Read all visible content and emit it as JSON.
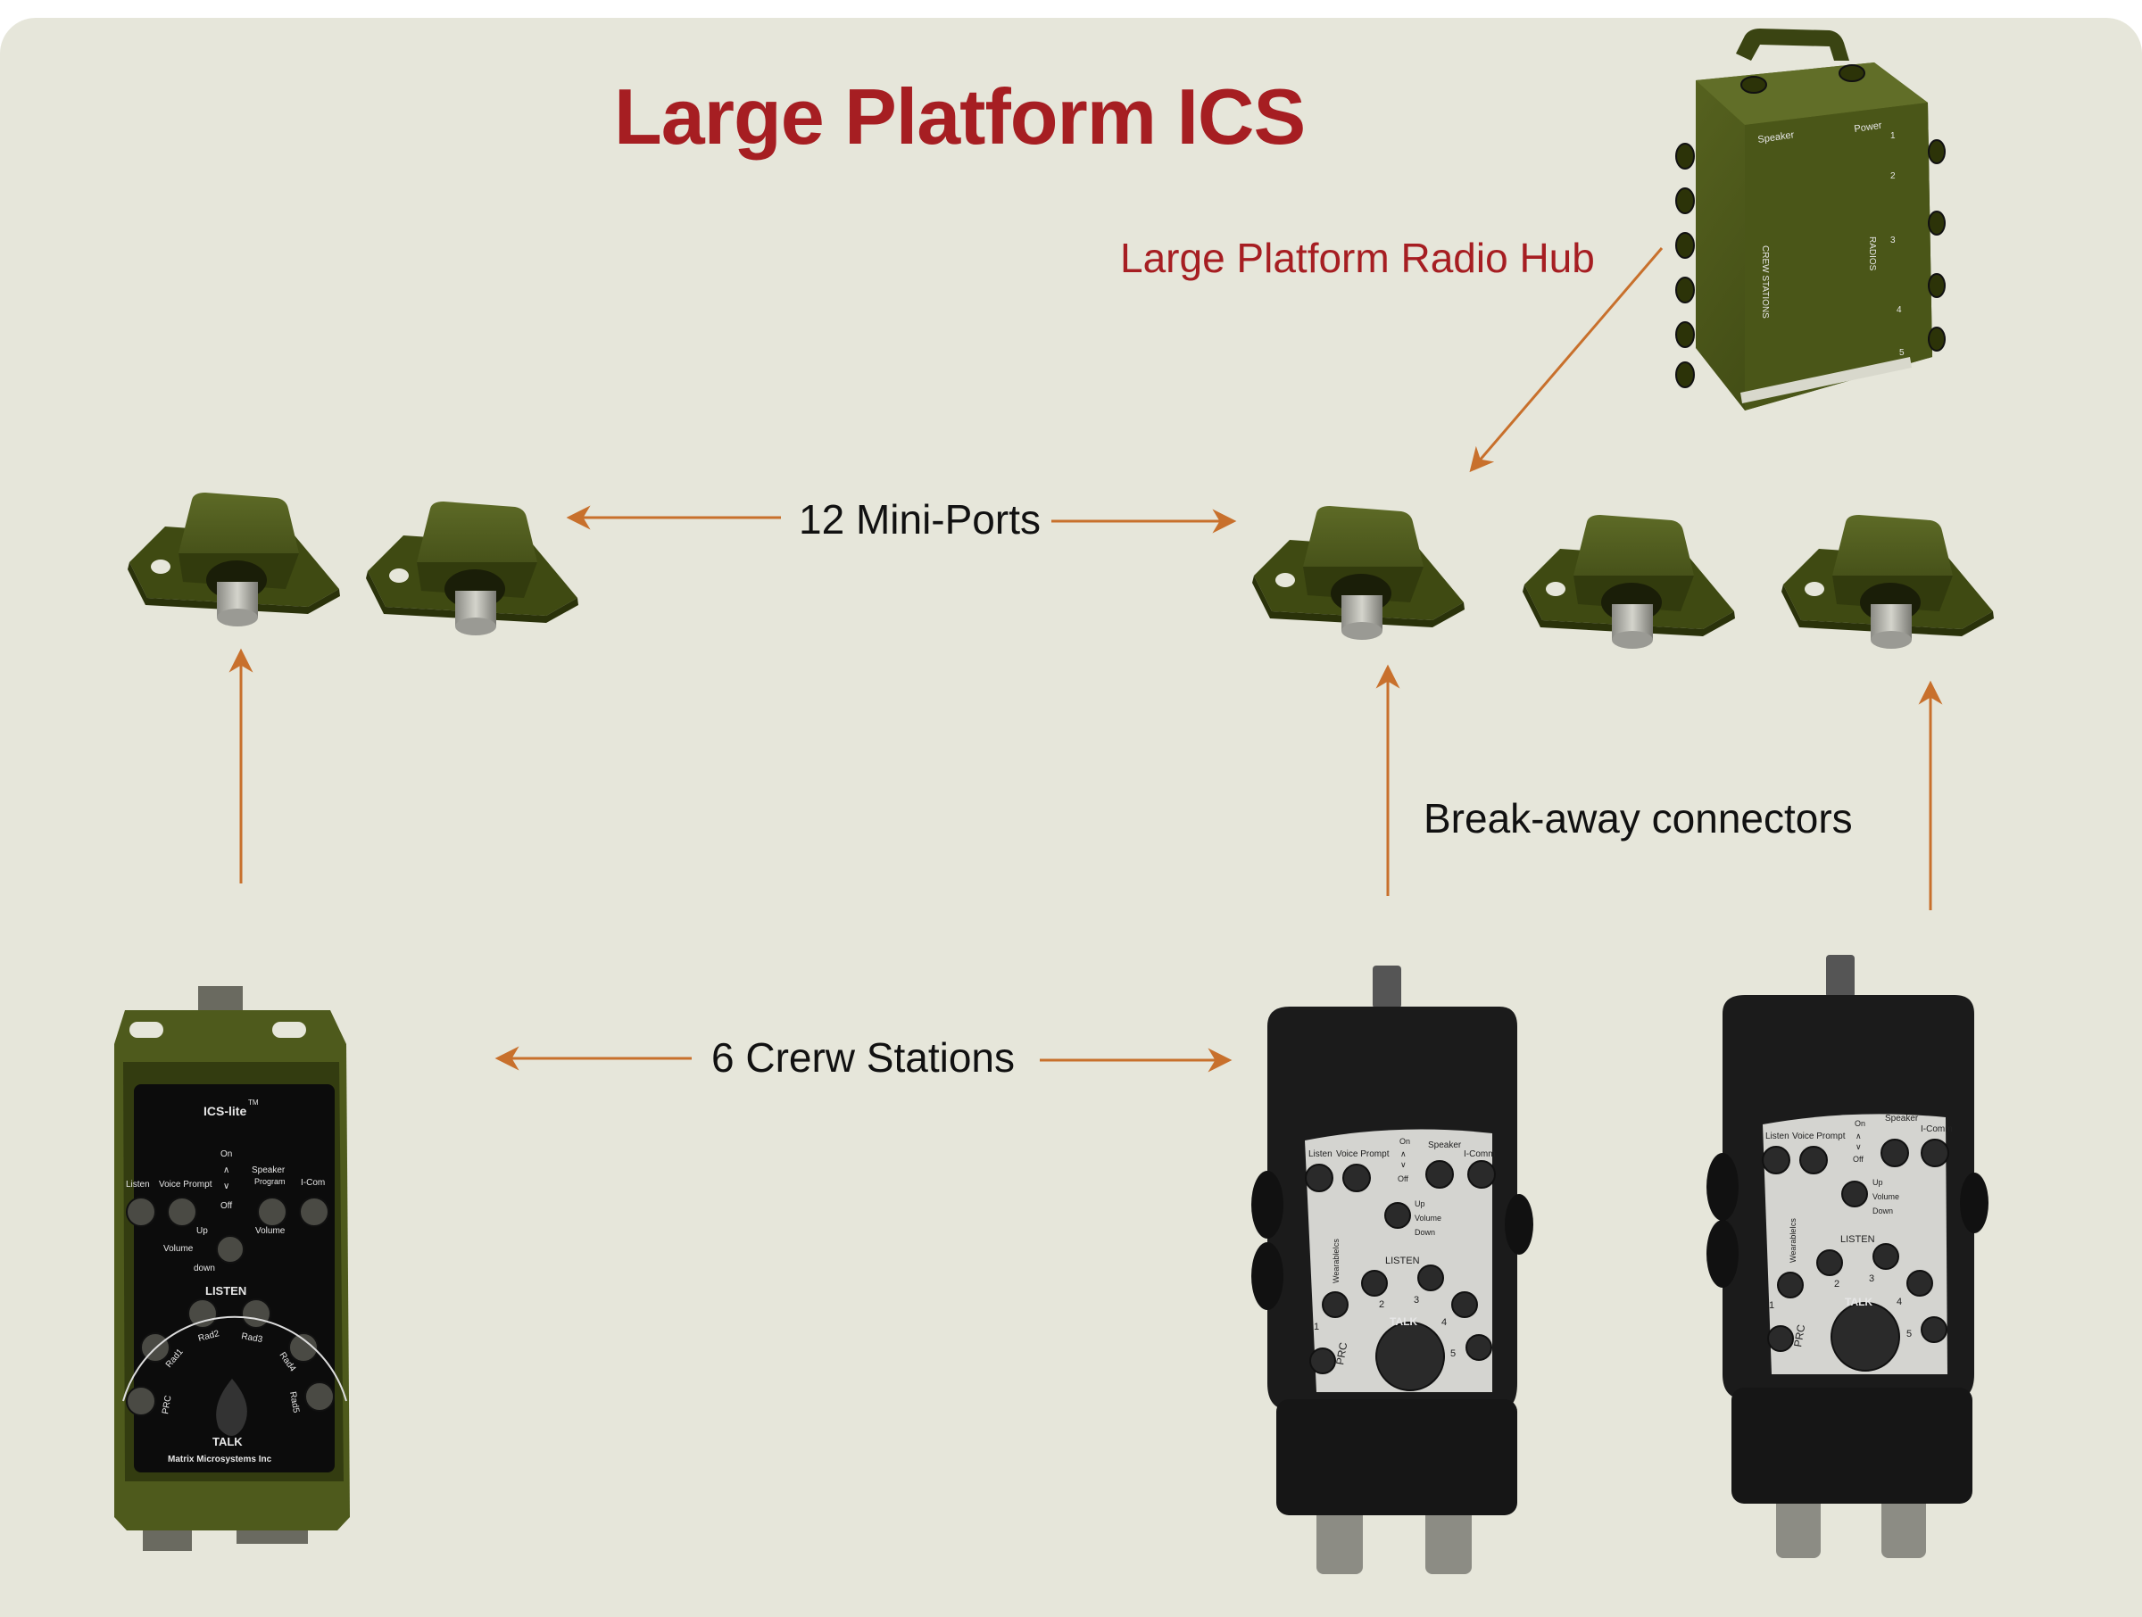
{
  "title": "Large Platform ICS",
  "labels": {
    "radio_hub": "Large Platform Radio Hub",
    "mini_ports": "12 Mini-Ports",
    "breakaway": "Break-away connectors",
    "crew_stations": "6 Crerw Stations"
  },
  "hub": {
    "speaker": "Speaker",
    "power": "Power",
    "crew_stations": "CREW STATIONS",
    "radios": "RADIOS",
    "port_numbers": [
      "1",
      "2",
      "3",
      "4",
      "5"
    ]
  },
  "ics_lite": {
    "brand": "ICS-lite",
    "trademark": "TM",
    "listen": "Listen",
    "voice_prompt": "Voice Prompt",
    "on": "On",
    "off": "Off",
    "speaker": "Speaker",
    "program": "Program",
    "icom": "I-Com",
    "up": "Up",
    "volume": "Volume",
    "down": "down",
    "volume_right": "Volume",
    "listen_caps": "LISTEN",
    "rad1": "Rad1",
    "rad2": "Rad2",
    "rad3": "Rad3",
    "rad4": "Rad4",
    "rad5": "Rad5",
    "prc": "PRC",
    "talk": "TALK",
    "maker": "Matrix Microsystems Inc"
  },
  "wearable": {
    "listen": "Listen",
    "voice_prompt": "Voice Prompt",
    "on": "On",
    "off": "Off",
    "speaker": "Speaker",
    "icomm": "I-Comm",
    "up": "Up",
    "volume": "Volume",
    "down": "Down",
    "listen_caps": "LISTEN",
    "talk": "TALK",
    "prc": "PRC",
    "side_text": "WearableIcs",
    "numbers": [
      "1",
      "2",
      "3",
      "4",
      "5"
    ]
  },
  "colors": {
    "background": "#e6e6da",
    "title": "#a61e22",
    "arrow": "#c8702c",
    "olive": "#4e5a1c",
    "olive_dark": "#333c10"
  }
}
